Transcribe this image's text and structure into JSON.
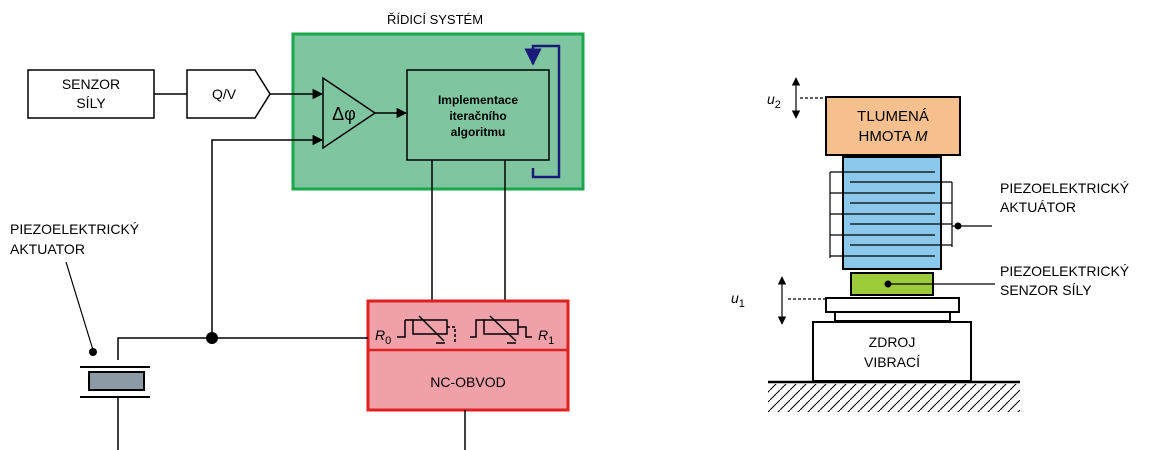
{
  "left_diagram": {
    "control_system_title": "ŘÍDICÍ SYSTÉM",
    "force_sensor_line1": "SENZOR",
    "force_sensor_line2": "SÍLY",
    "converter_label": "Q/V",
    "phase_block_label": "Δφ",
    "algorithm_line1": "Implementace",
    "algorithm_line2": "iteračního",
    "algorithm_line3": "algoritmu",
    "actuator_label_line1": "PIEZOELEKTRICKÝ",
    "actuator_label_line2": "AKTUATOR",
    "resistor_r0_main": "R",
    "resistor_r0_sub": "0",
    "resistor_r1_main": "R",
    "resistor_r1_sub": "1",
    "nc_circuit_label": "NC-OBVOD"
  },
  "right_diagram": {
    "u2_main": "u",
    "u2_sub": "2",
    "u1_main": "u",
    "u1_sub": "1",
    "mass_line1": "TLUMENÁ",
    "mass_line2_prefix": "HMOTA ",
    "mass_line2_symbol": "M",
    "actuator_label_line1": "PIEZOELEKTRICKÝ",
    "actuator_label_line2": "AKTUÁTOR",
    "sensor_label_line1": "PIEZOELEKTRICKÝ",
    "sensor_label_line2": "SENZOR SÍLY",
    "source_line1": "ZDROJ",
    "source_line2": "VIBRACÍ"
  },
  "colors": {
    "control_system_fill": "#7fc6a0",
    "control_system_border": "#1aa64a",
    "feedback_loop": "#1a1a7a",
    "nc_fill": "#f0a0a8",
    "nc_border": "#e02020",
    "actuator_fill": "#8c9aa6",
    "mass_fill": "#f5c08e",
    "stack_fill": "#8cc8ec",
    "sensor_fill": "#9ccc3c"
  }
}
